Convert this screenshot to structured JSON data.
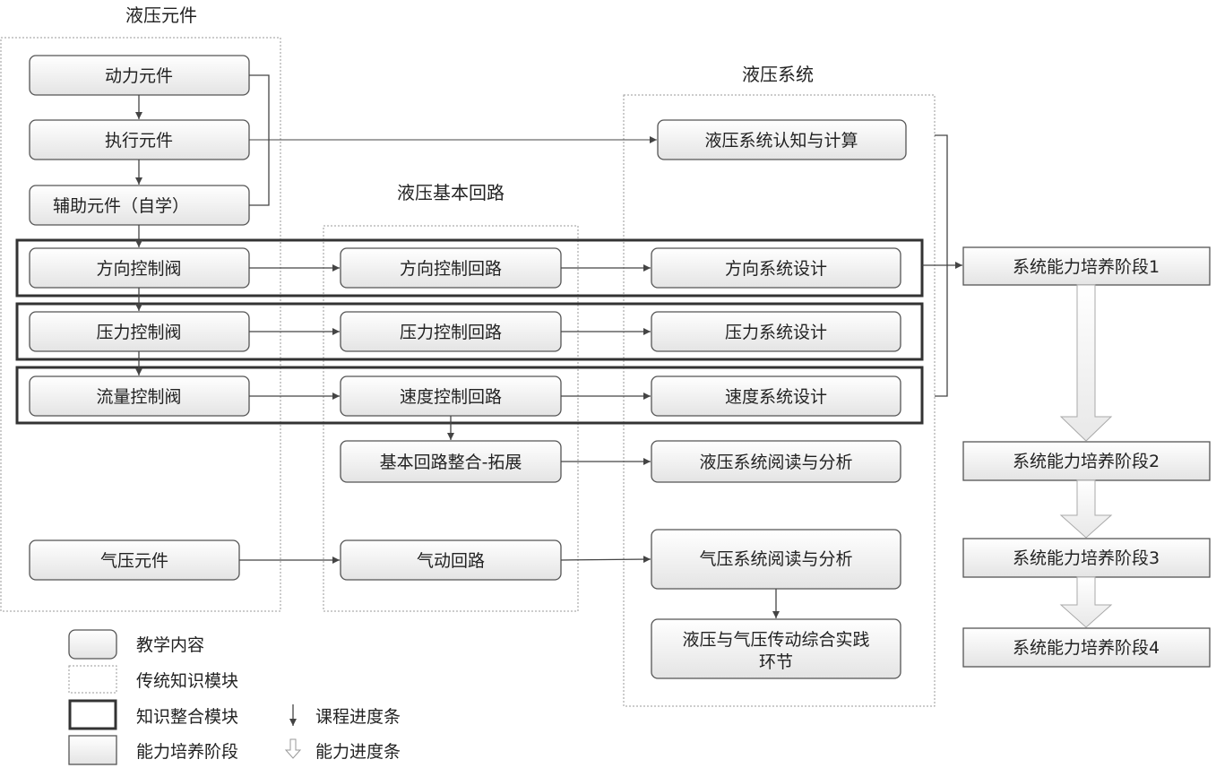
{
  "sections": {
    "hydraulic_components": "液压元件",
    "hydraulic_basic_circuits": "液压基本回路",
    "hydraulic_system": "液压系统"
  },
  "nodes": {
    "power_element": "动力元件",
    "actuator_element": "执行元件",
    "auxiliary_element": "辅助元件（自学）",
    "direction_valve": "方向控制阀",
    "pressure_valve": "压力控制阀",
    "flow_valve": "流量控制阀",
    "pneumatic_element": "气压元件",
    "direction_circuit": "方向控制回路",
    "pressure_circuit": "压力控制回路",
    "speed_circuit": "速度控制回路",
    "circuit_integration": "基本回路整合-拓展",
    "pneumatic_circuit": "气动回路",
    "system_cognition": "液压系统认知与计算",
    "direction_system": "方向系统设计",
    "pressure_system": "压力系统设计",
    "speed_system": "速度系统设计",
    "system_reading": "液压系统阅读与分析",
    "pneumatic_reading": "气压系统阅读与分析",
    "practice_line1": "液压与气压传动综合实践",
    "practice_line2": "环节"
  },
  "stages": {
    "stage1": "系统能力培养阶段1",
    "stage2": "系统能力培养阶段2",
    "stage3": "系统能力培养阶段3",
    "stage4": "系统能力培养阶段4"
  },
  "legend": {
    "teaching_content": "教学内容",
    "traditional_module": "传统知识模块",
    "integration_module": "知识整合模块",
    "ability_stage": "能力培养阶段",
    "course_progress": "课程进度条",
    "ability_progress": "能力进度条"
  }
}
